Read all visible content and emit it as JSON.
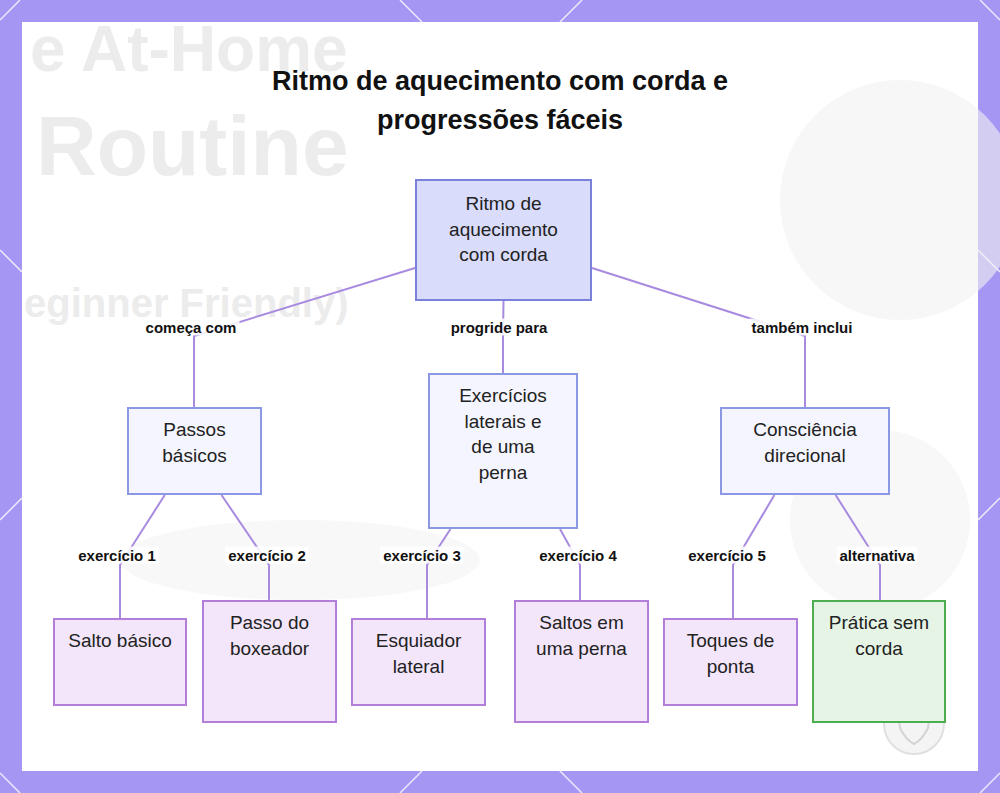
{
  "diagram": {
    "title": "Ritmo de aquecimento com corda e progressões fáceis",
    "nodes": [
      {
        "text": [
          "Ritmo de aquecimento com corda"
        ]
      },
      {
        "text": [
          "Passos básicos"
        ]
      },
      {
        "text": [
          "Exercícios laterais e de uma perna"
        ]
      },
      {
        "text": [
          "Consciência direcional"
        ]
      },
      {
        "text": [
          "Salto básico"
        ]
      },
      {
        "text": [
          "Passo do boxeador"
        ]
      },
      {
        "text": [
          "Esquiador lateral"
        ]
      },
      {
        "text": [
          "Saltos em uma perna"
        ]
      },
      {
        "text": [
          "Toques de ponta"
        ]
      },
      {
        "text": [
          "Prática sem corda"
        ]
      }
    ],
    "edges": [
      {
        "from": 0,
        "to": 1,
        "label": "começa com",
        "arrow": "none"
      },
      {
        "from": 0,
        "to": 2,
        "label": "progride para",
        "arrow": "none"
      },
      {
        "from": 0,
        "to": 3,
        "label": "também inclui",
        "arrow": "none"
      },
      {
        "from": 1,
        "to": 4,
        "label": "exercício 1",
        "arrow": "none"
      },
      {
        "from": 1,
        "to": 5,
        "label": "exercício 2",
        "arrow": "none"
      },
      {
        "from": 2,
        "to": 6,
        "label": "exercício 3",
        "arrow": "none"
      },
      {
        "from": 2,
        "to": 7,
        "label": "exercício 4",
        "arrow": "none"
      },
      {
        "from": 3,
        "to": 8,
        "label": "exercício 5",
        "arrow": "none"
      },
      {
        "from": 3,
        "to": 9,
        "label": "alternativa",
        "arrow": "none"
      }
    ],
    "labels": [
      "e At-Home",
      "Routine",
      "eginner Friendly)"
    ]
  }
}
